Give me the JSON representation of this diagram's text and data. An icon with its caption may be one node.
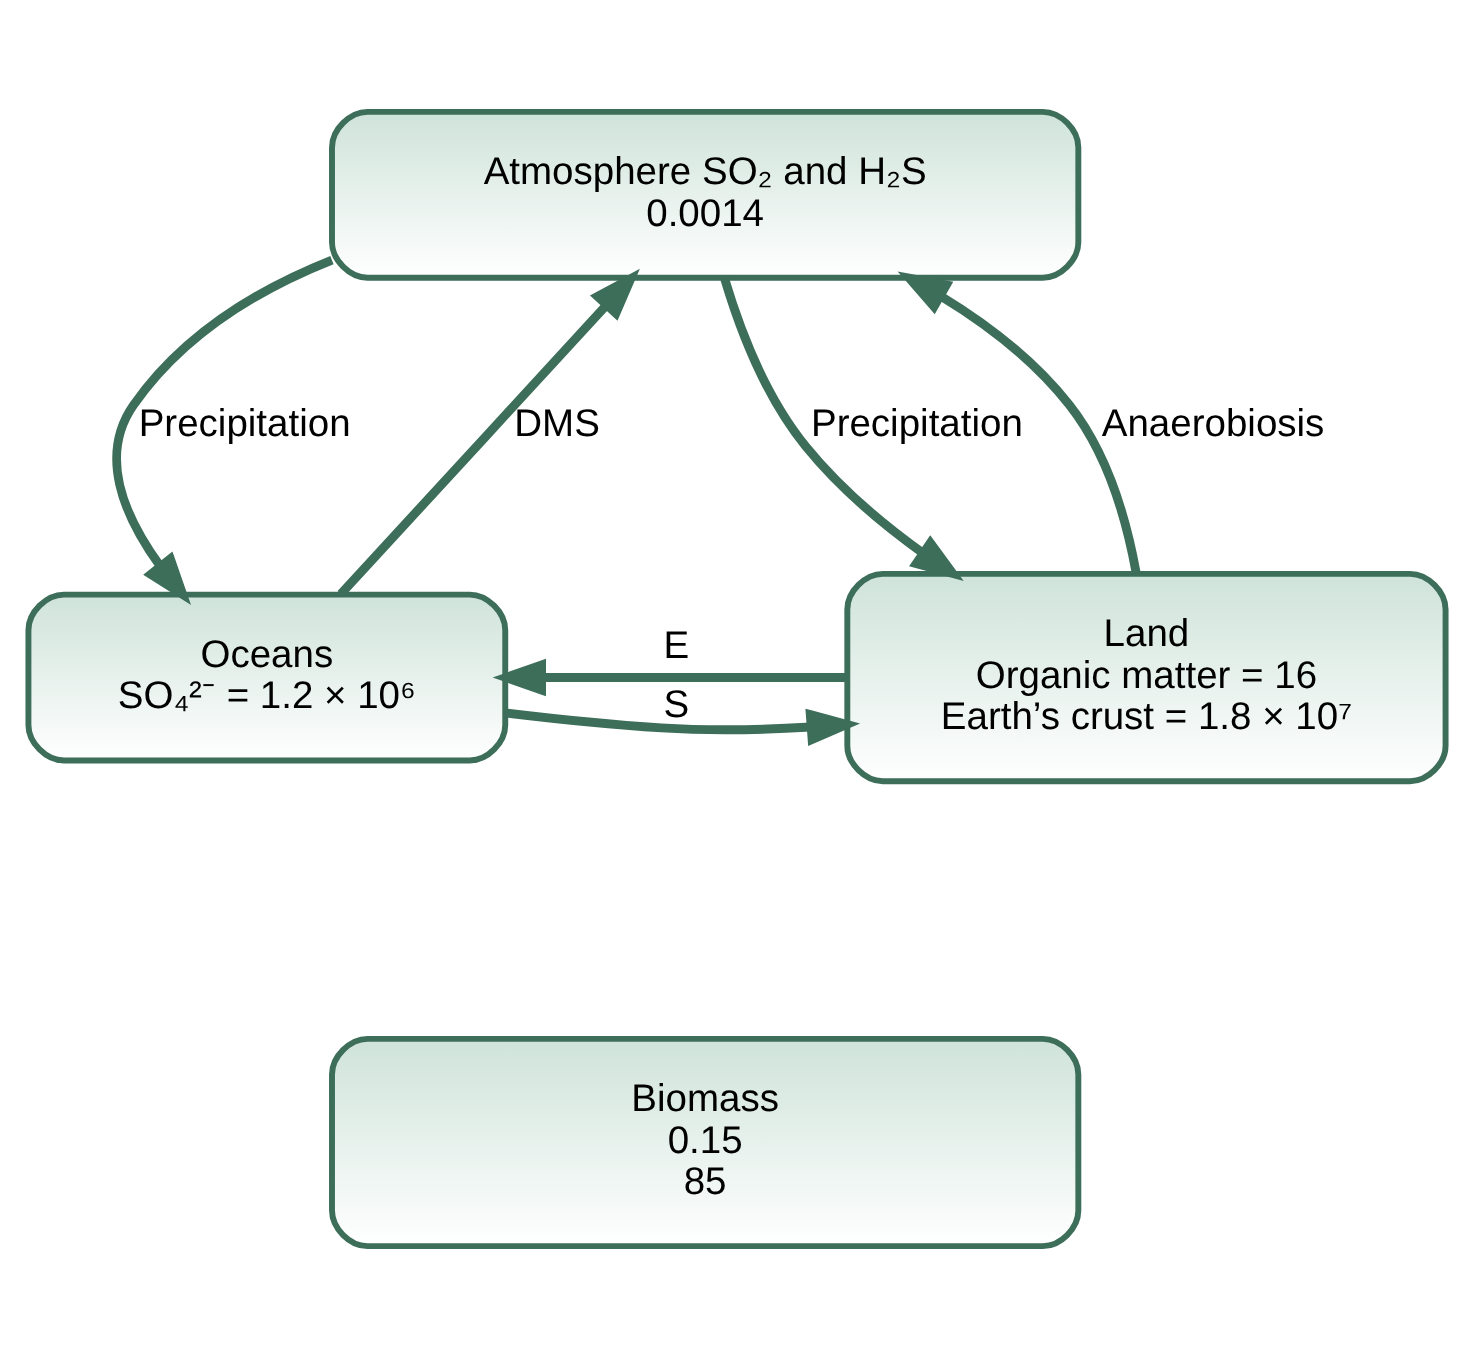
{
  "diagram": {
    "nodes": [
      {
        "text": [
          "Atmosphere SO₂ and H₂S",
          "0.0014"
        ]
      },
      {
        "text": [
          "Oceans",
          "SO₄²⁻ = 1.2 × 10⁶"
        ]
      },
      {
        "text": [
          "Land",
          "Organic matter = 16",
          "Earth’s crust = 1.8 × 10⁷"
        ]
      },
      {
        "text": [
          "Biomass",
          "0.15",
          "85"
        ]
      }
    ],
    "edges": [
      {
        "from": 0,
        "to": 1,
        "arrow": "to",
        "label": "Precipitation"
      },
      {
        "from": 1,
        "to": 0,
        "arrow": "to",
        "label": "DMS"
      },
      {
        "from": 2,
        "to": 0,
        "arrow": "to",
        "label": "Anaerobiosis"
      },
      {
        "from": 0,
        "to": 2,
        "arrow": "to",
        "label": "Precipitation"
      },
      {
        "from": 2,
        "to": 1,
        "arrow": "to",
        "label": "E"
      },
      {
        "from": 1,
        "to": 2,
        "arrow": "to",
        "label": "S"
      }
    ]
  }
}
